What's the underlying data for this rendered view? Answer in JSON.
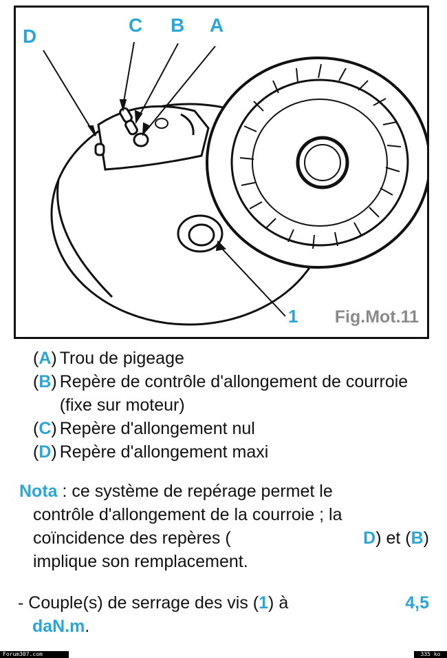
{
  "colors": {
    "accent": "#29a6d8",
    "text": "#111111",
    "figure_title": "#8a8a8a"
  },
  "figure": {
    "labels": {
      "d": "D",
      "c": "C",
      "b": "B",
      "a": "A",
      "one": "1"
    },
    "title": "Fig.Mot.11"
  },
  "legend": [
    {
      "open": "(",
      "key": "A",
      "close": ")",
      "text": "Trou de pigeage"
    },
    {
      "open": "(",
      "key": "B",
      "close": ")",
      "text": "Repère de contrôle d'allongement de courroie (fixe sur moteur)"
    },
    {
      "open": "(",
      "key": "C",
      "close": ")",
      "text": "Repère d'allongement nul"
    },
    {
      "open": "(",
      "key": "D",
      "close": ")",
      "text": "Repère d'allongement maxi"
    }
  ],
  "note": {
    "head": "Nota",
    "line1": " : ce système de repérage permet le",
    "line2": "contrôle d'allongement de la courroie ; la",
    "line3a": "coïncidence des repères (",
    "key_d": "D",
    "line3b": ") et (",
    "key_b": "B",
    "line3c": ")",
    "line4": "implique son remplacement."
  },
  "torque": {
    "dash": "- Couple(s) de serrage  des vis (",
    "key": "1",
    "mid": ") à",
    "value": "4,5",
    "unit": "daN.m",
    "end": "."
  },
  "footer": {
    "left": "Forum307.com",
    "right": "335 ko"
  }
}
